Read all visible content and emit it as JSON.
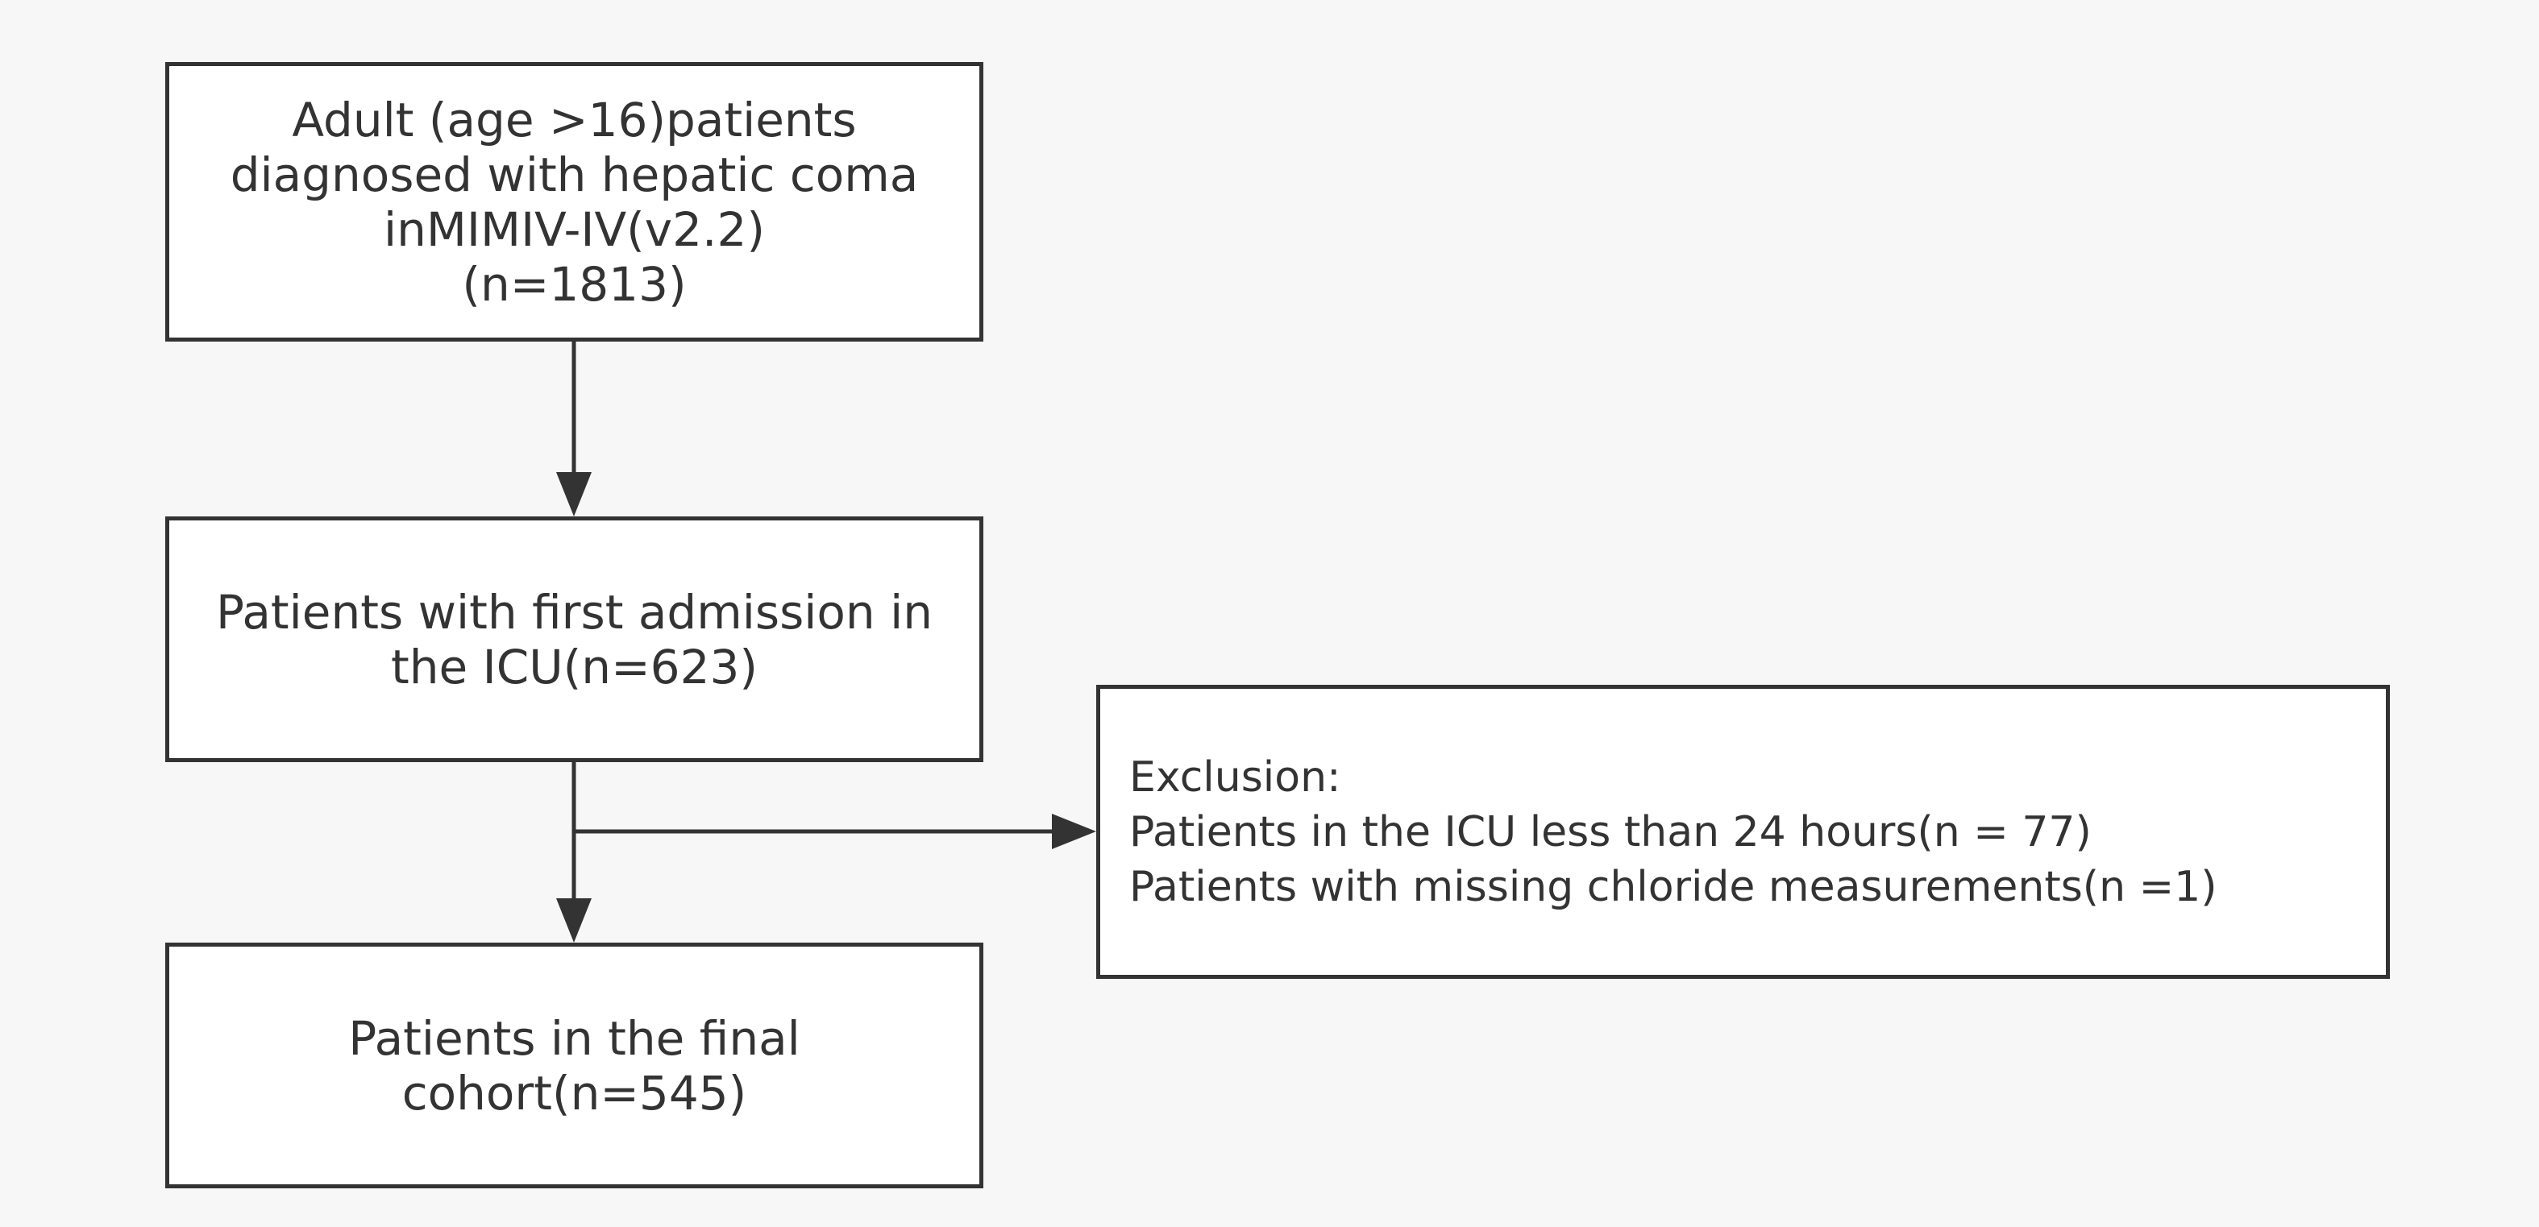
{
  "flowchart": {
    "box_start": {
      "lines": [
        "Adult (age >16)patients",
        "diagnosed with hepatic coma",
        "inMIMIV-IV(v2.2)",
        "(n=1813)"
      ]
    },
    "box_first_admission": {
      "lines": [
        "Patients with first admission in",
        "the ICU(n=623)"
      ]
    },
    "box_final_cohort": {
      "lines": [
        "Patients in the final",
        "cohort(n=545)"
      ]
    },
    "box_exclusion": {
      "heading": "Exclusion:",
      "lines": [
        "Patients in the ICU less than 24 hours(n = 77)",
        "Patients with missing chloride measurements(n =1)"
      ]
    }
  },
  "colors": {
    "stroke": "#333333",
    "background": "#f7f7f7",
    "box_fill": "#ffffff",
    "text": "#333333"
  }
}
